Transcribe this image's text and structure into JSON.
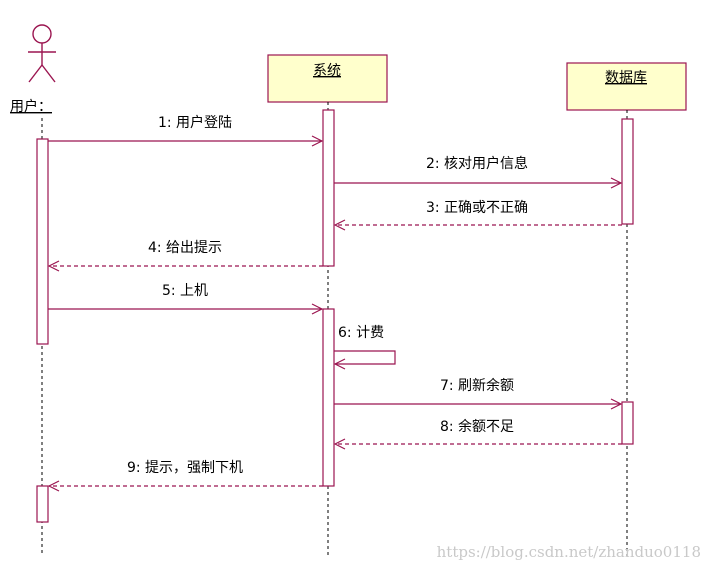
{
  "participants": {
    "user": "用户：",
    "system": "系统",
    "database": "数据库"
  },
  "messages": [
    {
      "id": "m1",
      "text": "1: 用户登陆"
    },
    {
      "id": "m2",
      "text": "2: 核对用户信息"
    },
    {
      "id": "m3",
      "text": "3: 正确或不正确"
    },
    {
      "id": "m4",
      "text": "4: 给出提示"
    },
    {
      "id": "m5",
      "text": "5: 上机"
    },
    {
      "id": "m6",
      "text": "6: 计费"
    },
    {
      "id": "m7",
      "text": "7: 刷新余额"
    },
    {
      "id": "m8",
      "text": "8: 余额不足"
    },
    {
      "id": "m9",
      "text": "9: 提示，强制下机"
    }
  ],
  "watermark": "https://blog.csdn.net/zhanduo0118",
  "colors": {
    "line": "#9b1550",
    "box_fill": "#ffffcc",
    "activation_fill": "#ffffff",
    "lifeline": "#000000"
  }
}
